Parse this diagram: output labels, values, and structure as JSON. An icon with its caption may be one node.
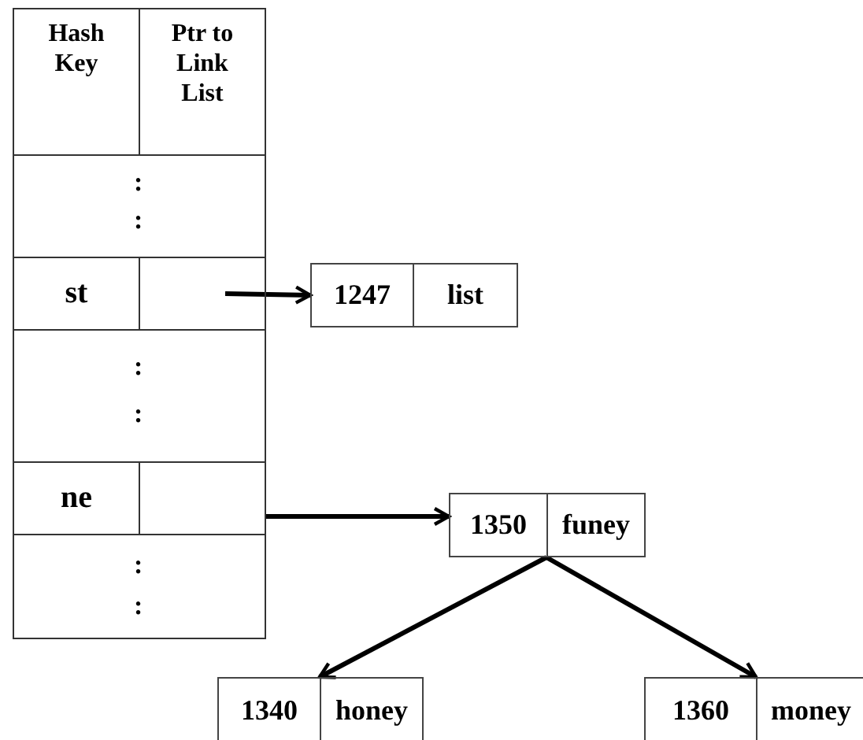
{
  "diagram": {
    "nodes": [
      {
        "text": [
          "Hash Key"
        ]
      },
      {
        "text": [
          "Ptr to Link List"
        ]
      },
      {
        "text": [
          ":",
          ":"
        ]
      },
      {
        "text": [
          "st"
        ]
      },
      {
        "text": [],
        "shape": "box"
      },
      {
        "text": [
          ":",
          ":"
        ]
      },
      {
        "text": [
          "ne"
        ]
      },
      {
        "text": [],
        "shape": "box"
      },
      {
        "text": [
          ":",
          ":"
        ]
      },
      {
        "text": [
          "1247",
          "list"
        ]
      },
      {
        "text": [
          "1350",
          "funey"
        ]
      },
      {
        "text": [
          "1340",
          "honey"
        ]
      },
      {
        "text": [
          "1360",
          "money"
        ]
      }
    ],
    "edges": [
      {
        "from": 4,
        "to": 9,
        "arrow": "to"
      },
      {
        "from": 7,
        "to": 10,
        "arrow": "to"
      },
      {
        "from": 10,
        "to": 11,
        "arrow": "to"
      },
      {
        "from": 10,
        "to": 12,
        "arrow": "to"
      }
    ]
  }
}
